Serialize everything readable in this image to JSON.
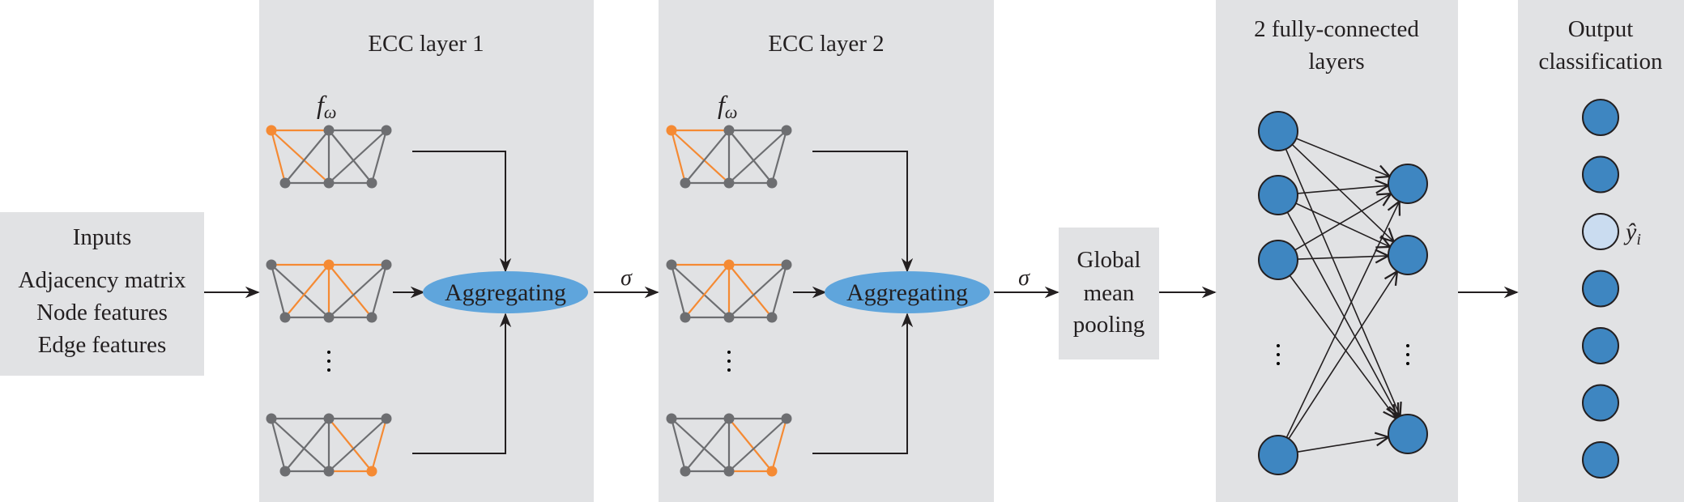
{
  "colors": {
    "panel_bg": "#e1e2e4",
    "node_gray": "#6d6e71",
    "edge_gray": "#6d6e71",
    "highlight_orange": "#f58a33",
    "aggregate_blue": "#5fa5dc",
    "neuron_blue": "#3e86c1",
    "output_highlight": "#cadcf0",
    "arrow": "#231f20"
  },
  "inputs": {
    "title": "Inputs",
    "lines": [
      "Adjacency matrix",
      "Node features",
      "Edge features"
    ]
  },
  "ecc_layers": [
    {
      "title": "ECC layer 1",
      "filter_label": "f",
      "filter_subscript": "ω",
      "aggregate_label": "Aggregating",
      "ellipsis": "⋮",
      "graphs": [
        {
          "highlight_node": 0
        },
        {
          "highlight_node": 1
        },
        {
          "highlight_node": 5
        }
      ]
    },
    {
      "title": "ECC layer 2",
      "filter_label": "f",
      "filter_subscript": "ω",
      "aggregate_label": "Aggregating",
      "ellipsis": "⋮",
      "graphs": [
        {
          "highlight_node": 0
        },
        {
          "highlight_node": 1
        },
        {
          "highlight_node": 5
        }
      ]
    }
  ],
  "activations": [
    "σ",
    "σ"
  ],
  "pooling": {
    "lines": [
      "Global",
      "mean",
      "pooling"
    ]
  },
  "fc": {
    "title_lines": [
      "2 fully-connected",
      "layers"
    ],
    "layer1_nodes": 4,
    "layer2_nodes": 3,
    "ellipsis": "⋮"
  },
  "output": {
    "title_lines": [
      "Output",
      "classification"
    ],
    "node_count": 7,
    "highlight_index": 2,
    "highlight_label": "ŷ",
    "highlight_subscript": "i"
  }
}
